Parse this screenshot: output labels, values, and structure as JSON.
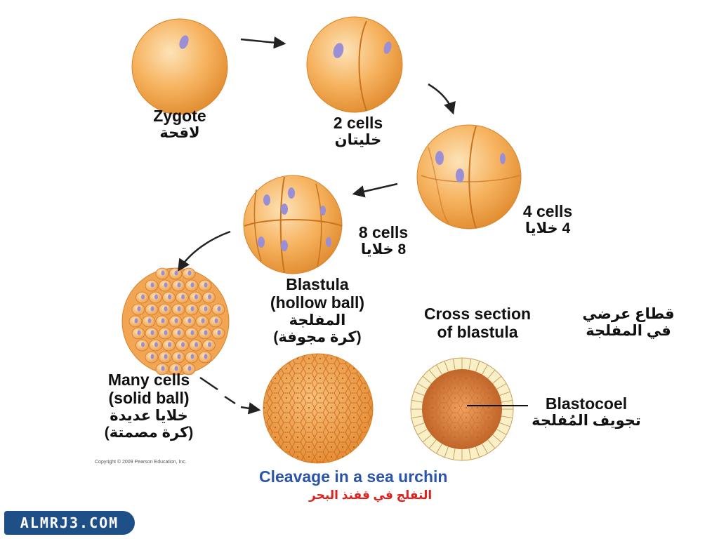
{
  "stages": {
    "zygote": {
      "en": "Zygote",
      "ar": "لاقحة"
    },
    "two_cells": {
      "en": "2 cells",
      "ar": "خليتان"
    },
    "four_cells": {
      "en": "4 cells",
      "ar": "4 خلايا"
    },
    "eight_cells": {
      "en": "8 cells",
      "ar": "8 خلايا"
    },
    "many_cells": {
      "en_line1": "Many cells",
      "en_line2": "(solid ball)",
      "ar_line1": "خلايا عديدة",
      "ar_line2": "(كرة مصمتة)"
    },
    "blastula": {
      "en_line1": "Blastula",
      "en_line2": "(hollow ball)",
      "ar_line1": "المفلجة",
      "ar_line2": "(كرة مجوفة)"
    },
    "cross_section": {
      "en_line1": "Cross section",
      "en_line2": "of blastula",
      "ar_line1": "قطاع عرضي",
      "ar_line2": "في المفلجة"
    },
    "blastocoel": {
      "en": "Blastocoel",
      "ar": "تجويف المُفلجة"
    }
  },
  "copyright": "Copyright © 2009 Pearson Education, Inc.",
  "caption": {
    "en": "Cleavage in a sea urchin",
    "ar": "التفلج في قفنذ البحر"
  },
  "brand": {
    "text": "ALMRJ3.COM"
  },
  "colors": {
    "cell_fill": "#f6b25e",
    "cell_shade": "#e4892c",
    "nucleus": "#9a8fd6",
    "caption_en": "#2a55a8",
    "caption_ar": "#e0201b",
    "brand_bg": "#1f4f87"
  }
}
